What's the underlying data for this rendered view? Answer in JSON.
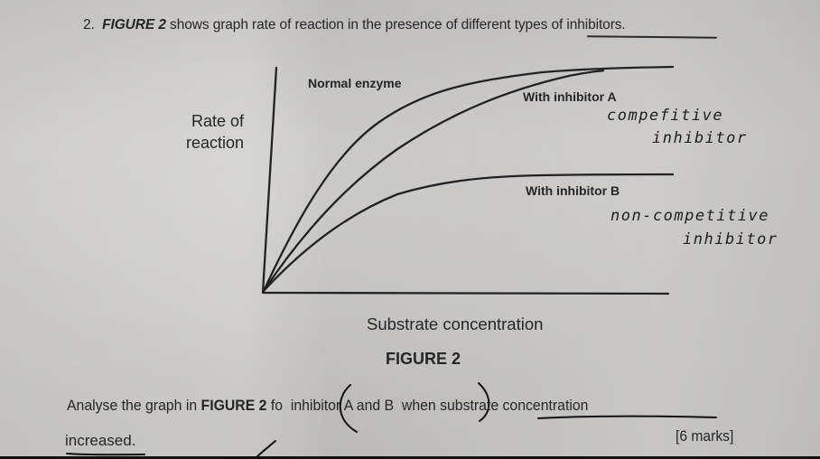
{
  "question": {
    "number": "2.",
    "figure_ref": "FIGURE 2",
    "text": " shows graph rate of reaction in the presence of different types of inhibitors."
  },
  "chart_data": {
    "type": "line",
    "title": "FIGURE 2",
    "xlabel": "Substrate concentration",
    "ylabel": "Rate of reaction",
    "grid": false,
    "ticks": "none",
    "series": [
      {
        "name": "Normal enzyme",
        "x": [
          0,
          1,
          2,
          3,
          4,
          5,
          6,
          7,
          8,
          9,
          10
        ],
        "values": [
          0,
          38,
          62,
          77,
          86,
          91,
          94,
          96,
          97,
          98,
          98
        ]
      },
      {
        "name": "With inhibitor A",
        "x": [
          0,
          1,
          2,
          3,
          4,
          5,
          6,
          7,
          8,
          9,
          10
        ],
        "values": [
          0,
          24,
          43,
          58,
          70,
          79,
          86,
          91,
          95,
          97,
          98
        ]
      },
      {
        "name": "With inhibitor B",
        "x": [
          0,
          1,
          2,
          3,
          4,
          5,
          6,
          7,
          8,
          9,
          10
        ],
        "values": [
          0,
          22,
          34,
          40,
          43,
          45,
          46,
          47,
          47,
          47,
          47
        ]
      }
    ],
    "annotations": [
      {
        "label": "competitive inhibitor",
        "target": "With inhibitor A",
        "handwritten": true
      },
      {
        "label": "non-competitive inhibitor",
        "target": "With inhibitor B",
        "handwritten": true
      }
    ]
  },
  "graph": {
    "y_label_line1": "Rate of",
    "y_label_line2": "reaction",
    "x_label": "Substrate concentration",
    "curve_labels": {
      "normal": "Normal enzyme",
      "a": "With inhibitor A",
      "b": "With inhibitor B"
    },
    "handwritten": {
      "a_line1": "compefitive",
      "a_line2": "inhibitor",
      "b_line1": "non-competitive",
      "b_line2": "inhibitor"
    },
    "caption": "FIGURE 2"
  },
  "instruction": {
    "part1": "Analyse the graph in ",
    "figure_ref": "FIGURE 2",
    "part2": " fo",
    "part3": "inhibitor A and B",
    "part4": "when substrate concentration",
    "line2": "increased.",
    "marks": "[6 marks]"
  }
}
